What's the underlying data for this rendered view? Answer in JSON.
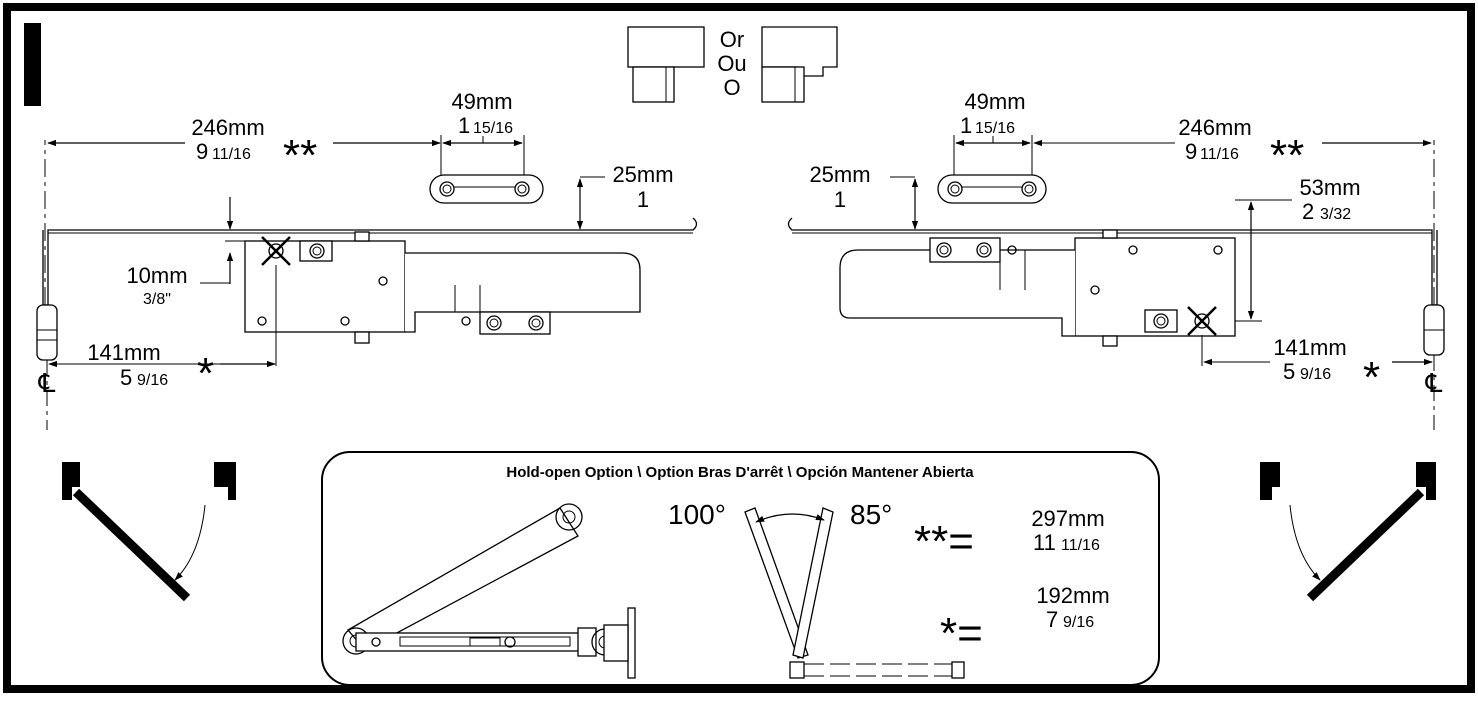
{
  "profiles": {
    "or_en": "Or",
    "or_fr": "Ou",
    "or_es": "O"
  },
  "left": {
    "slot_mm": "49mm",
    "slot_in_whole": "1",
    "slot_in_frac": "15/16",
    "overall_mm": "246mm",
    "overall_in_whole": "9",
    "overall_in_frac": "11/16",
    "overall_mark": "**",
    "offset_mm": "25mm",
    "offset_in": "1",
    "drop_mm": "10mm",
    "drop_in": "3/8\"",
    "body_mm": "141mm",
    "body_in_whole": "5",
    "body_in_frac": "9/16",
    "body_mark": "*",
    "cl": "℄"
  },
  "right": {
    "slot_mm": "49mm",
    "slot_in_whole": "1",
    "slot_in_frac": "15/16",
    "overall_mm": "246mm",
    "overall_in_whole": "9",
    "overall_in_frac": "11/16",
    "overall_mark": "**",
    "offset_mm": "25mm",
    "offset_in": "1",
    "height_mm": "53mm",
    "height_in_whole": "2",
    "height_in_frac": "3/32",
    "body_mm": "141mm",
    "body_in_whole": "5",
    "body_in_frac": "9/16",
    "body_mark": "*",
    "cl": "℄"
  },
  "hold_open": {
    "title": "Hold-open Option \\ Option Bras D'arrêt \\ Opción Mantener Abierta",
    "angle_a": "100°",
    "angle_b": "85°",
    "alt_double_mark": "**=",
    "alt_double_mm": "297mm",
    "alt_double_in_whole": "11",
    "alt_double_in_frac": "11/16",
    "alt_single_mark": "*=",
    "alt_single_mm": "192mm",
    "alt_single_in_whole": "7",
    "alt_single_in_frac": "9/16"
  }
}
